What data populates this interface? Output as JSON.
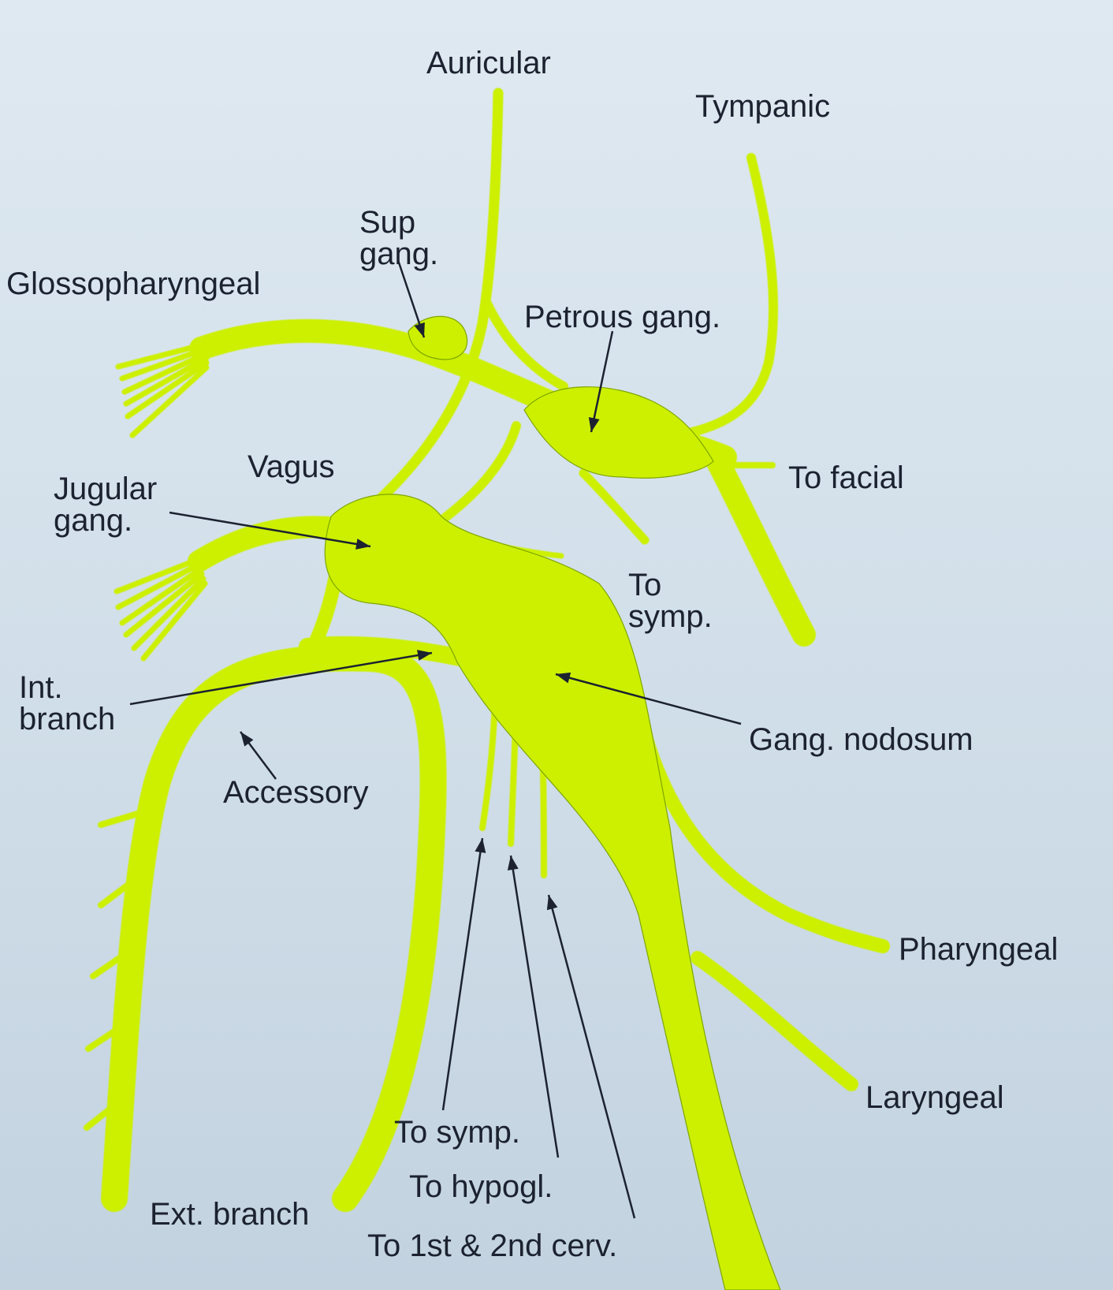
{
  "labels": {
    "auricular": "Auricular",
    "tympanic": "Tympanic",
    "sup_gang": [
      "Sup",
      "gang."
    ],
    "glossopharyngeal": "Glossopharyngeal",
    "petrous_gang": "Petrous gang.",
    "vagus": "Vagus",
    "jugular_gang": [
      "Jugular",
      "gang."
    ],
    "to_facial": "To facial",
    "to_symp_upper": [
      "To",
      "symp."
    ],
    "int_branch": [
      "Int.",
      "branch"
    ],
    "gang_nodosum": "Gang. nodosum",
    "accessory": "Accessory",
    "pharyngeal": "Pharyngeal",
    "laryngeal": "Laryngeal",
    "to_symp_lower": "To symp.",
    "to_hypogl": "To hypogl.",
    "to_cerv": "To 1st & 2nd cerv.",
    "ext_branch": "Ext. branch"
  },
  "colors": {
    "nerve": "#ccf000",
    "nerve_edge": "#7fa600",
    "text": "#1c2230",
    "pointer": "#1c2230"
  }
}
